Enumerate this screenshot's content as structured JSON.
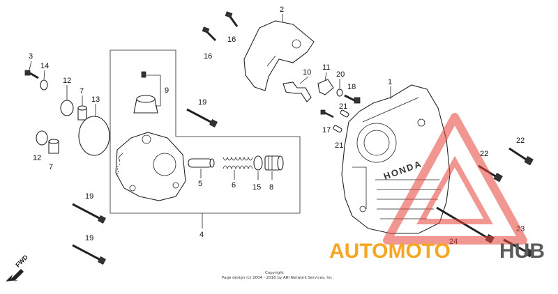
{
  "callouts": {
    "c1": "1",
    "c2": "2",
    "c3": "3",
    "c4": "4",
    "c5": "5",
    "c6": "6",
    "c7a": "7",
    "c7b": "7",
    "c8": "8",
    "c9": "9",
    "c10": "10",
    "c11": "11",
    "c12a": "12",
    "c12b": "12",
    "c13": "13",
    "c14": "14",
    "c15": "15",
    "c16a": "16",
    "c16b": "16",
    "c17": "17",
    "c18": "18",
    "c19a": "19",
    "c19b": "19",
    "c19c": "19",
    "c20": "20",
    "c21a": "21",
    "c21b": "21",
    "c22a": "22",
    "c22b": "22",
    "c23": "23",
    "c24": "24"
  },
  "cover_brand": "HONDA",
  "fwd_label": "FWD",
  "copyright": {
    "line1": "Copyright",
    "line2": "Page design (c) 2004 - 2016 by ARI Network Services, Inc."
  },
  "watermark": {
    "part1": "AUTOMOTO",
    "part2": "HUB",
    "color_primary": "#f5a623",
    "color_secondary": "#5a5a5a",
    "triangle_color": "#e8423a"
  }
}
